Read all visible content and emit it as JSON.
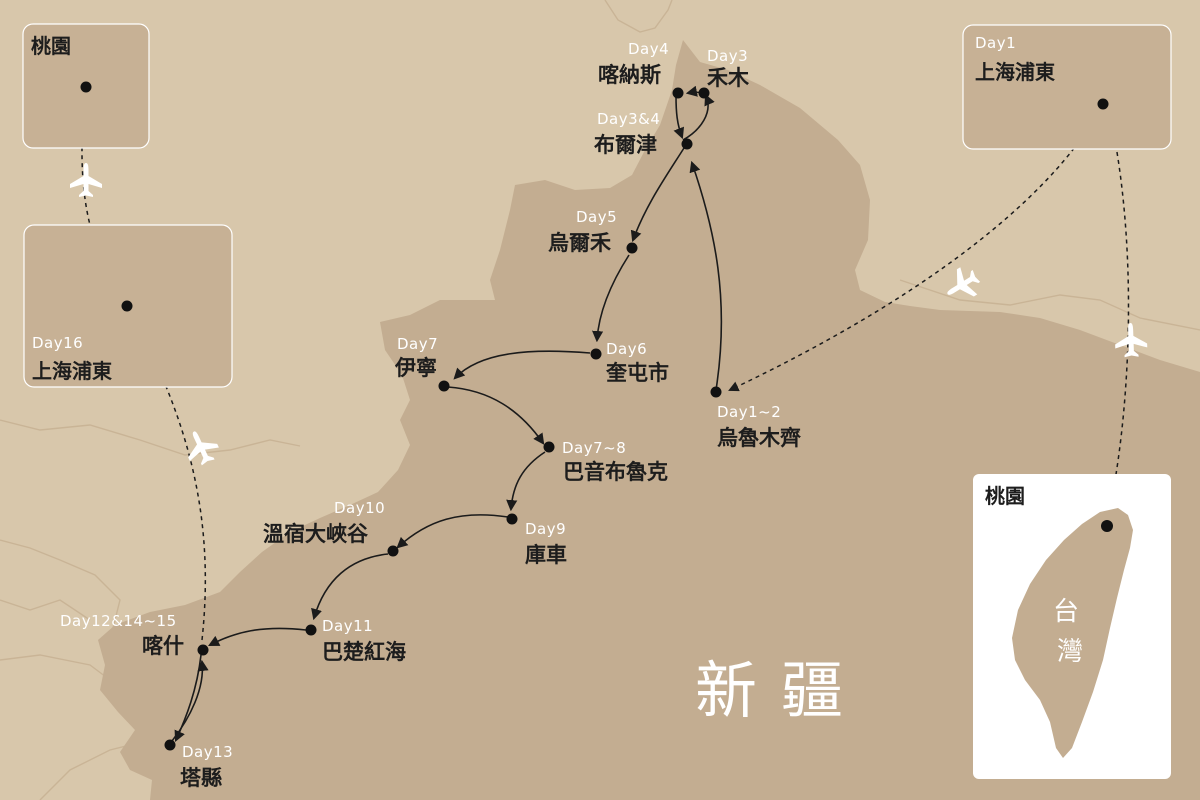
{
  "map": {
    "region_label": "新疆",
    "colors": {
      "background": "#d8c7ab",
      "region_fill": "#c3ad91",
      "box_fill": "#c7b195",
      "line": "#1b1b1b",
      "inset_bg": "#ffffff",
      "taiwan_fill": "#c3ad91"
    },
    "stops": [
      {
        "id": "urumqi",
        "day": "Day1~2",
        "name": "烏魯木齊"
      },
      {
        "id": "burqin",
        "day": "Day3&4",
        "name": "布爾津"
      },
      {
        "id": "hemu",
        "day": "Day3",
        "name": "禾木"
      },
      {
        "id": "kanas",
        "day": "Day4",
        "name": "喀納斯"
      },
      {
        "id": "urho",
        "day": "Day5",
        "name": "烏爾禾"
      },
      {
        "id": "kuytun",
        "day": "Day6",
        "name": "奎屯市"
      },
      {
        "id": "yining",
        "day": "Day7",
        "name": "伊寧"
      },
      {
        "id": "bayanbulak",
        "day": "Day7~8",
        "name": "巴音布魯克"
      },
      {
        "id": "kuqa",
        "day": "Day9",
        "name": "庫車"
      },
      {
        "id": "wensu",
        "day": "Day10",
        "name": "溫宿大峽谷"
      },
      {
        "id": "bachu",
        "day": "Day11",
        "name": "巴楚紅海"
      },
      {
        "id": "kashgar",
        "day": "Day12&14~15",
        "name": "喀什"
      },
      {
        "id": "tashkurgan",
        "day": "Day13",
        "name": "塔縣"
      }
    ],
    "boxes": {
      "shanghai_start": {
        "day": "Day1",
        "name": "上海浦東"
      },
      "shanghai_end": {
        "day": "Day16",
        "name": "上海浦東"
      },
      "taoyuan_end": {
        "name": "桃園"
      }
    },
    "inset": {
      "city": "桃園",
      "island": "台灣"
    },
    "icons": [
      "airplane-icon",
      "airplane-icon",
      "airplane-icon",
      "airplane-icon"
    ]
  }
}
